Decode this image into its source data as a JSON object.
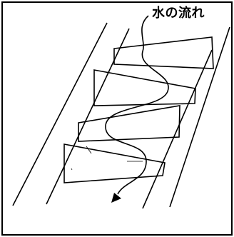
{
  "diagram": {
    "label": "水の流れ",
    "stroke_color": "#000000",
    "background_color": "#ffffff",
    "element_count": {
      "steps": 4,
      "rails": 4
    }
  }
}
